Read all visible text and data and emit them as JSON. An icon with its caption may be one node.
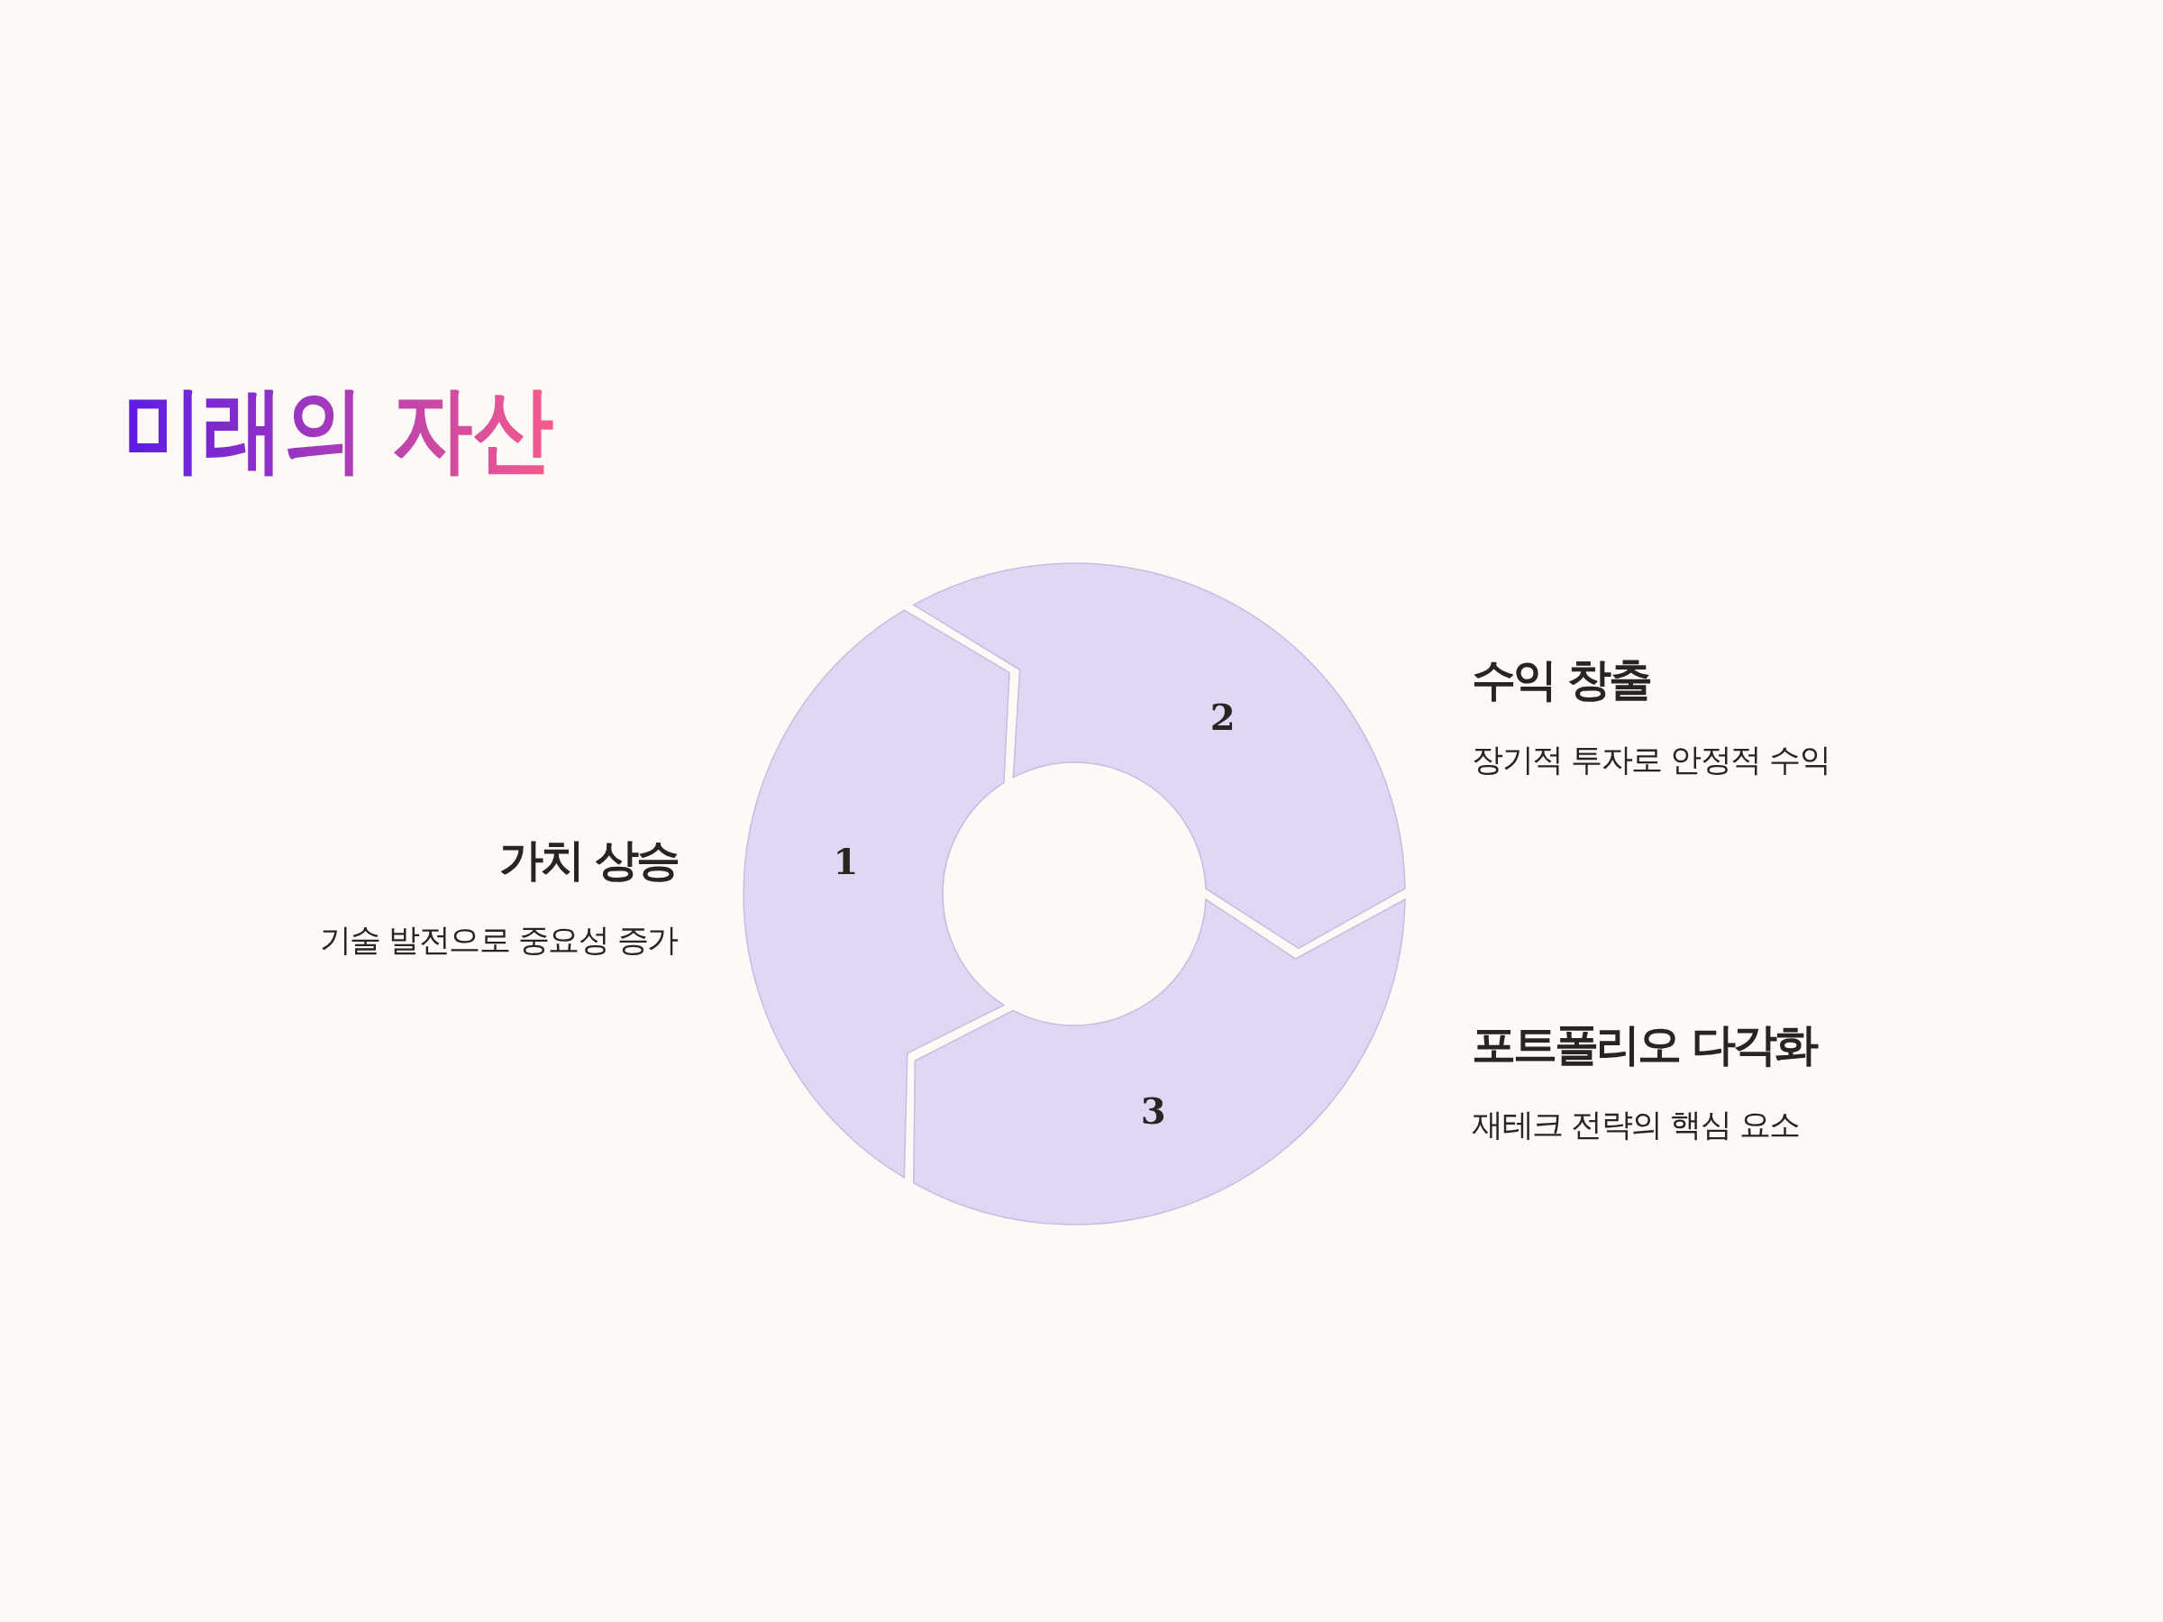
{
  "diagram": {
    "title": "미래의 자산",
    "nodes": [
      {
        "text": [
          "1"
        ],
        "beside": [
          "가치 상승",
          "기술 발전으로 중요성 증가"
        ]
      },
      {
        "text": [
          "2"
        ],
        "beside": [
          "수익 창출",
          "장기적 투자로 안정적 수익"
        ]
      },
      {
        "text": [
          "3"
        ],
        "beside": [
          "포트폴리오 다각화",
          "재테크 전략의 핵심 요소"
        ]
      }
    ]
  }
}
